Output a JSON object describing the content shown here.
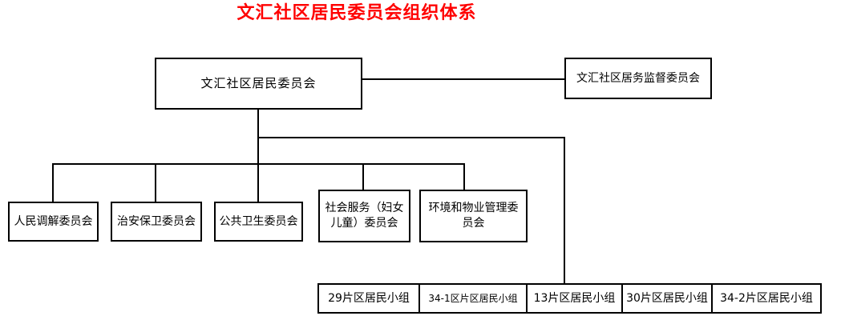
{
  "title": {
    "text": "文汇社区居民委员会组织体系",
    "color": "#ff0000"
  },
  "org": {
    "root": {
      "label": "文汇社区居民委员会"
    },
    "supervision": {
      "label": "文汇社区居务监督委员会"
    },
    "committees": [
      {
        "label": "人民调解委员会"
      },
      {
        "label": "治安保卫委员会"
      },
      {
        "label": "公共卫生委员会"
      },
      {
        "label": "社会服务（妇女\n儿童）委员会"
      },
      {
        "label": "环境和物业管理委\n员会"
      }
    ],
    "groups": [
      {
        "label": "29片区居民小组"
      },
      {
        "label": "34-1区片区居民小组"
      },
      {
        "label": "13片区居民小组"
      },
      {
        "label": "30片区居民小组"
      },
      {
        "label": "34-2片区居民小组"
      }
    ]
  },
  "colors": {
    "title_text": "#ff0000",
    "box_border": "#000000",
    "box_fill": "#ffffff",
    "connector": "#000000",
    "background": "#ffffff"
  }
}
